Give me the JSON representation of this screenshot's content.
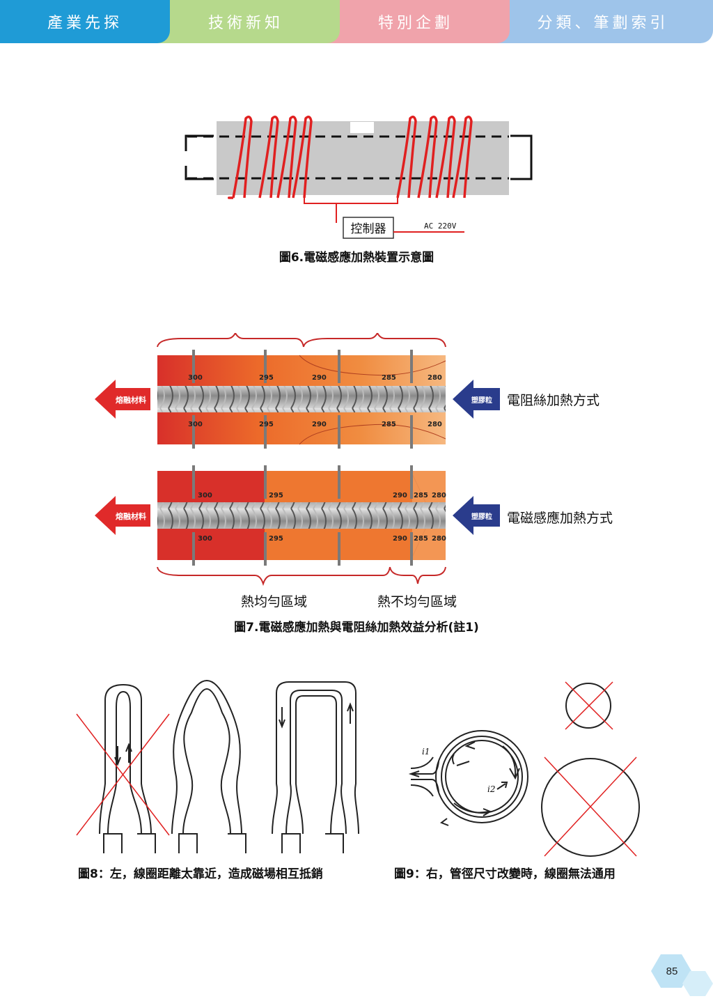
{
  "header": {
    "tabs": [
      {
        "label": "產業先探",
        "color": "#1f9bd6"
      },
      {
        "label": "技術新知",
        "color": "#b6d98c"
      },
      {
        "label": "特別企劃",
        "color": "#f0a3ab"
      },
      {
        "label": "分類、筆劃索引",
        "color": "#9ec4ea"
      }
    ]
  },
  "figure6": {
    "controller_label": "控制器",
    "power_label": "AC 220V",
    "caption": "圖6.電磁感應加熱裝置示意圖"
  },
  "figure7": {
    "top_row": {
      "left_arrow": "熔融材料",
      "right_arrow": "塑膠粒",
      "method": "電阻絲加熱方式",
      "upper_temps": [
        "300",
        "295",
        "290",
        "285",
        "280"
      ],
      "lower_temps": [
        "300",
        "295",
        "290",
        "285",
        "280"
      ]
    },
    "bottom_row": {
      "left_arrow": "熔融材料",
      "right_arrow": "塑膠粒",
      "method": "電磁感應加熱方式",
      "upper_temps": [
        "300",
        "295",
        "290",
        "285",
        "280"
      ],
      "lower_temps": [
        "300",
        "295",
        "290",
        "285",
        "280"
      ]
    },
    "uniform_zone": "熱均勻區域",
    "nonuniform_zone": "熱不均勻區域",
    "caption": "圖7.電磁感應加熱與電阻絲加熱效益分析(註1)"
  },
  "figure8": {
    "caption": "圖8：左，線圈距離太靠近，造成磁場相互抵銷"
  },
  "figure9": {
    "current_label_1": "i1",
    "current_label_2": "i2",
    "caption": "圖9：右，管徑尺寸改變時，線圈無法通用"
  },
  "footer": {
    "page_number": "85",
    "hex_color": "#bfe3f5"
  }
}
